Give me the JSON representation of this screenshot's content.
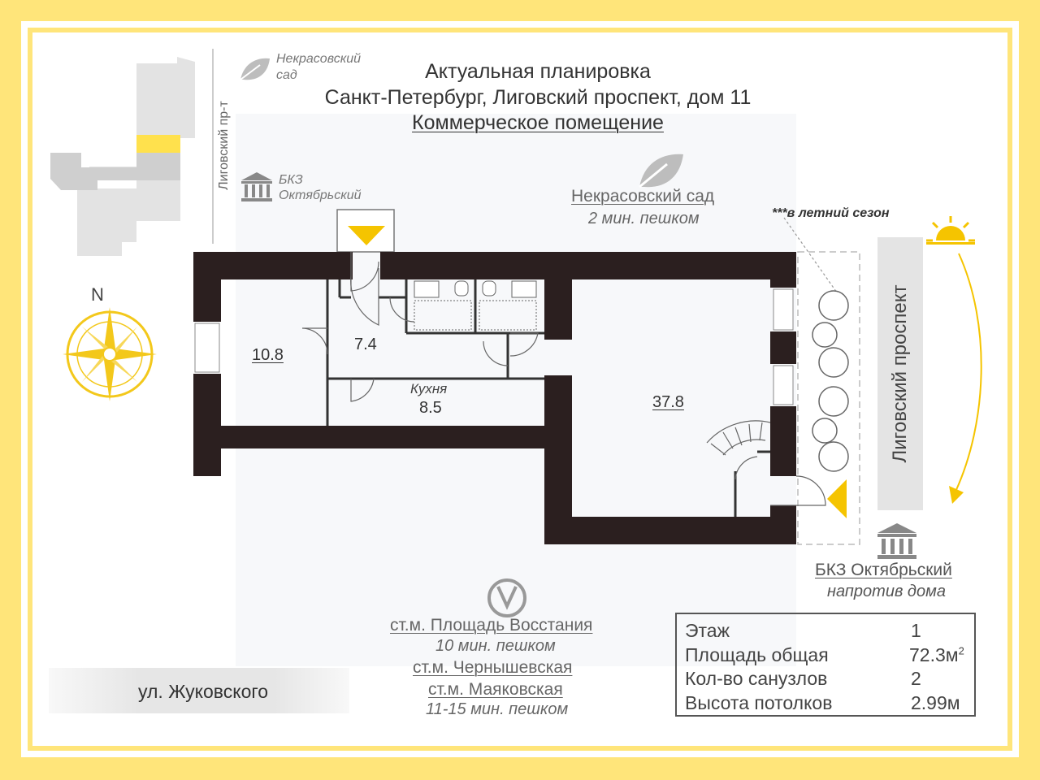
{
  "header": {
    "line1": "Актуальная планировка",
    "line2": "Санкт-Петербург, Лиговский проспект, дом 11",
    "line3": "Коммерческое помещение"
  },
  "minimap": {
    "garden_label_1": "Некрасовский",
    "garden_label_2": "сад",
    "street_vertical": "Лиговский пр-т",
    "bkz_label_1": "БКЗ",
    "bkz_label_2": "Октябрьский",
    "highlight_color": "#ffe14d"
  },
  "compass": {
    "label": "N",
    "color": "#f3c81b"
  },
  "garden": {
    "name": "Некрасовский сад",
    "walk": "2 мин. пешком"
  },
  "seasonal_note": "***в летний сезон",
  "rooms": [
    {
      "label": "10.8"
    },
    {
      "label": "7.4"
    },
    {
      "name": "Кухня",
      "label": "8.5"
    },
    {
      "label": "37.8"
    }
  ],
  "street_right": "Лиговский проспект",
  "bkz_right": {
    "name": "БКЗ Октябрьский",
    "note": "напротив дома"
  },
  "metro": {
    "station1": "ст.м. Площадь Восстания",
    "walk1": "10 мин. пешком",
    "station2": "ст.м. Чернышевская",
    "station3": "ст.м. Маяковская",
    "walk2": "11-15 мин. пешком"
  },
  "street_bottom": "ул. Жуковского",
  "info": {
    "floor_label": "Этаж",
    "floor_value": "1",
    "area_label": "Площадь общая",
    "area_value": "72.3м",
    "area_sup": "2",
    "wc_label": "Кол-во санузлов",
    "wc_value": "2",
    "height_label": "Высота потолков",
    "height_value": "2.99м"
  },
  "colors": {
    "wall": "#2b1f1f",
    "accent": "#f5c400",
    "frame": "#ffe57a"
  },
  "icons": [
    "leaf-icon",
    "museum-icon",
    "metro-icon",
    "compass-icon",
    "sun-icon",
    "entrance-arrow-icon"
  ]
}
